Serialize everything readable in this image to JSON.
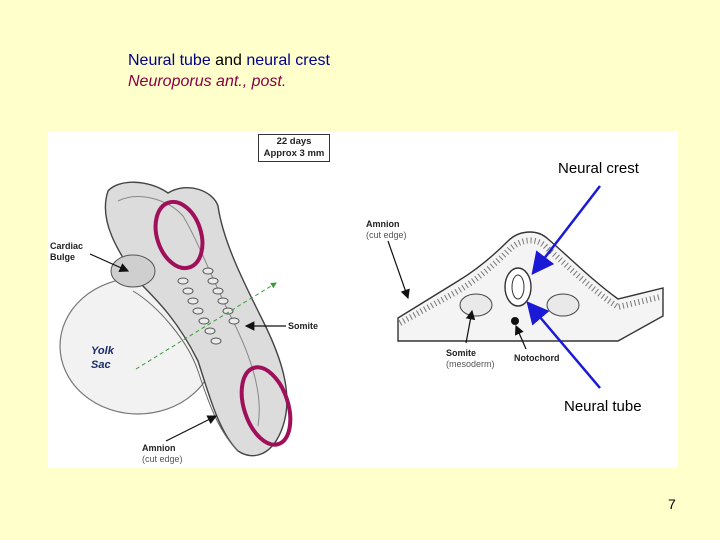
{
  "title": {
    "part1": "Neural tube",
    "part2": " and ",
    "part3": "neural crest",
    "subtitle": "Neuroporus ant., post."
  },
  "figure": {
    "stage_line1": "22 days",
    "stage_line2": "Approx 3 mm",
    "labels": {
      "cardiac_1": "Cardiac",
      "cardiac_2": "Bulge",
      "yolk_1": "Yolk",
      "yolk_2": "Sac",
      "somite_left": "Somite",
      "amnion_bottom_1": "Amnion",
      "amnion_bottom_2": "(cut edge)",
      "amnion_top_1": "Amnion",
      "amnion_top_2": "(cut edge)",
      "somite_right_1": "Somite",
      "somite_right_2": "(mesoderm)",
      "notochord": "Notochord"
    },
    "annotations": {
      "neural_crest": "Neural crest",
      "neural_tube": "Neural tube"
    }
  },
  "page_number": "7",
  "colors": {
    "background": "#ffffcc",
    "title_blue": "#00008b",
    "subtitle_maroon": "#8b0044",
    "circle": "#a0105a",
    "arrow_blue": "#1a1ad6"
  }
}
